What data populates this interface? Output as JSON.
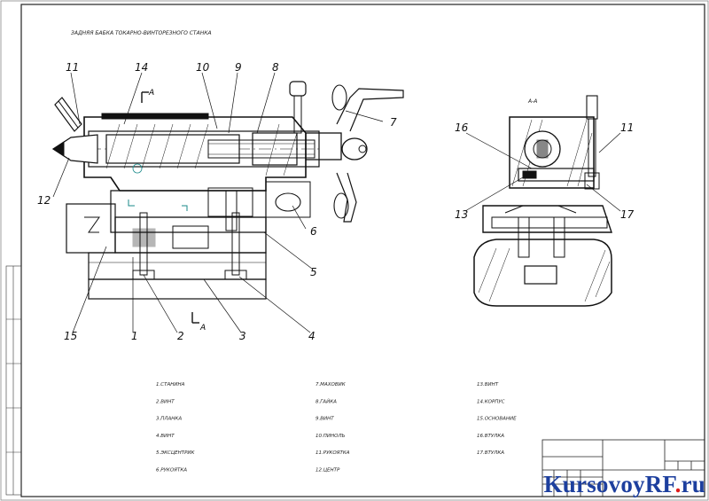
{
  "drawing": {
    "title": "ЗАДНЯЯ БАБКА ТОКАРНО-ВИНТОРЕЗНОГО СТАНКА",
    "section_label": "А-А",
    "cut_marker": "А"
  },
  "callouts_main": [
    "11",
    "14",
    "10",
    "9",
    "8",
    "7",
    "12",
    "6",
    "5",
    "15",
    "1",
    "2",
    "3",
    "4"
  ],
  "callouts_section": [
    "16",
    "11",
    "13",
    "17"
  ],
  "parts": [
    {
      "n": "1",
      "name": "СТАНИНА"
    },
    {
      "n": "2",
      "name": "ВИНТ"
    },
    {
      "n": "3",
      "name": "ПЛАНКА"
    },
    {
      "n": "4",
      "name": "ВИНТ"
    },
    {
      "n": "5",
      "name": "ЭКСЦЕНТРИК"
    },
    {
      "n": "6",
      "name": "РУКОЯТКА"
    },
    {
      "n": "7",
      "name": "МАХОВИК"
    },
    {
      "n": "8",
      "name": "ГАЙКА"
    },
    {
      "n": "9",
      "name": "ВИНТ"
    },
    {
      "n": "10",
      "name": "ПИНОЛЬ"
    },
    {
      "n": "11",
      "name": "РУКОЯТКА"
    },
    {
      "n": "12",
      "name": "ЦЕНТР"
    },
    {
      "n": "13",
      "name": "ВИНТ"
    },
    {
      "n": "14",
      "name": "КОРПУС"
    },
    {
      "n": "15",
      "name": "ОСНОВАНИЕ"
    },
    {
      "n": "16",
      "name": "ВТУЛКА"
    },
    {
      "n": "17",
      "name": "ВТУЛКА"
    }
  ],
  "watermark": {
    "name": "KursovoyRF",
    "dot": ".",
    "tld": "ru",
    "color_main": "#1d3f9e",
    "color_dot": "#e01b1b"
  }
}
